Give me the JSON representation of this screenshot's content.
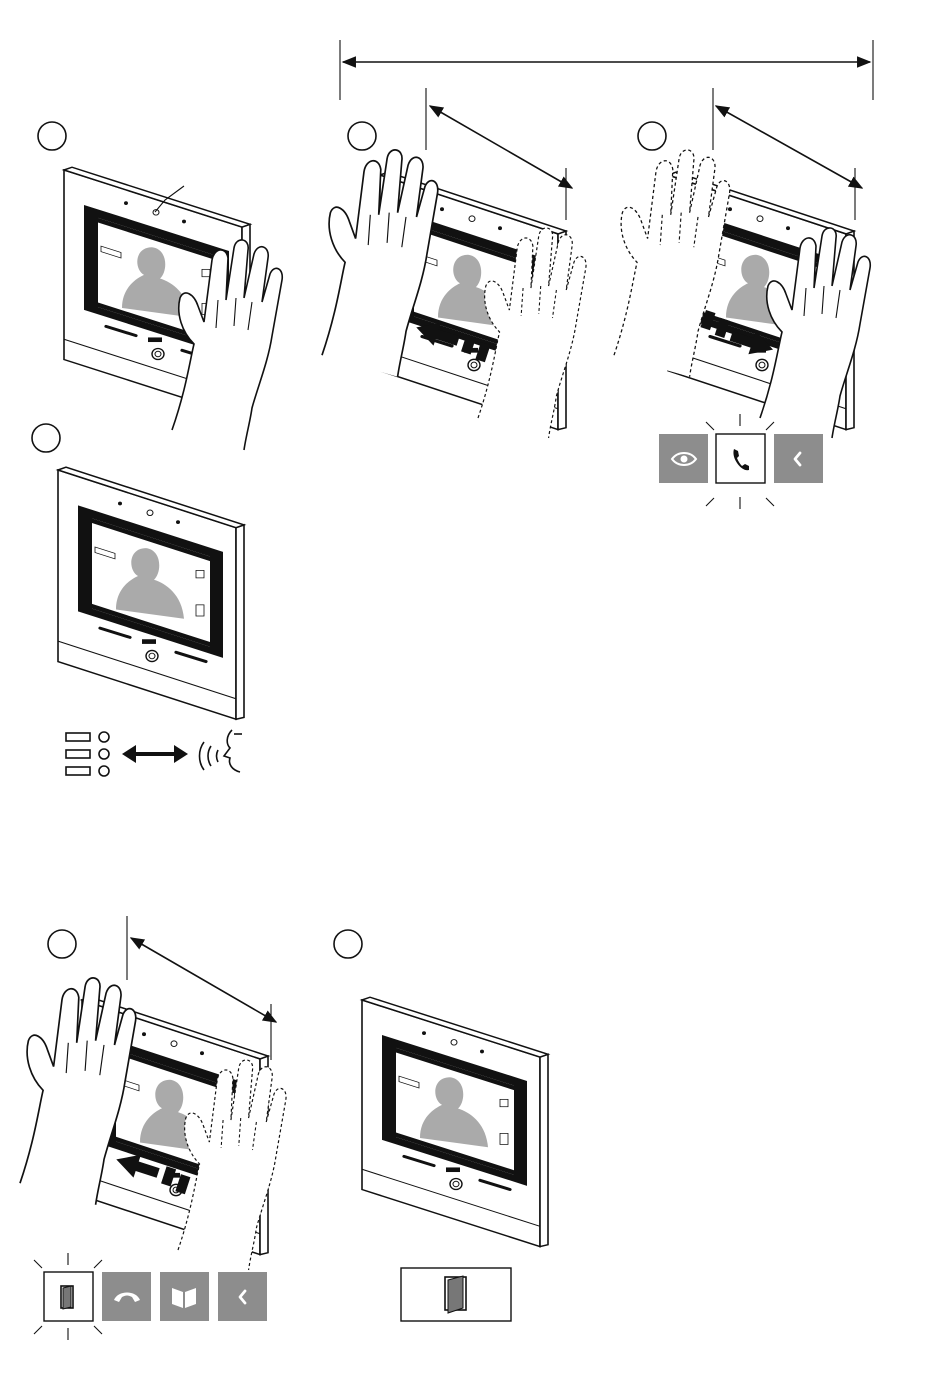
{
  "colors": {
    "ink": "#111111",
    "button_grey": "#8d8d8d",
    "silhouette_grey": "#aaaaaa",
    "background": "#ffffff"
  },
  "panels": [
    {
      "id": "step-1",
      "gesture": "hand-on-screen"
    },
    {
      "id": "step-2",
      "gesture": "swipe-left"
    },
    {
      "id": "step-3",
      "gesture": "swipe-right"
    },
    {
      "id": "step-4",
      "gesture": "none",
      "legend_icons": [
        "menu-list-icon",
        "double-arrow-icon",
        "voice-command-icon"
      ]
    },
    {
      "id": "step-5",
      "gesture": "swipe-left"
    },
    {
      "id": "step-6",
      "gesture": "none"
    }
  ],
  "button_rows": {
    "swipe_right_result": [
      "eye-icon",
      "phone-handset-icon",
      "back-chevron-icon"
    ],
    "swipe_right_highlight": "phone-handset-icon",
    "swipe_left_result": [
      "door-open-icon",
      "hang-up-icon",
      "open-gate-icon",
      "back-chevron-icon"
    ],
    "swipe_left_highlight": "door-open-icon",
    "final_result": [
      "door-open-icon"
    ]
  }
}
